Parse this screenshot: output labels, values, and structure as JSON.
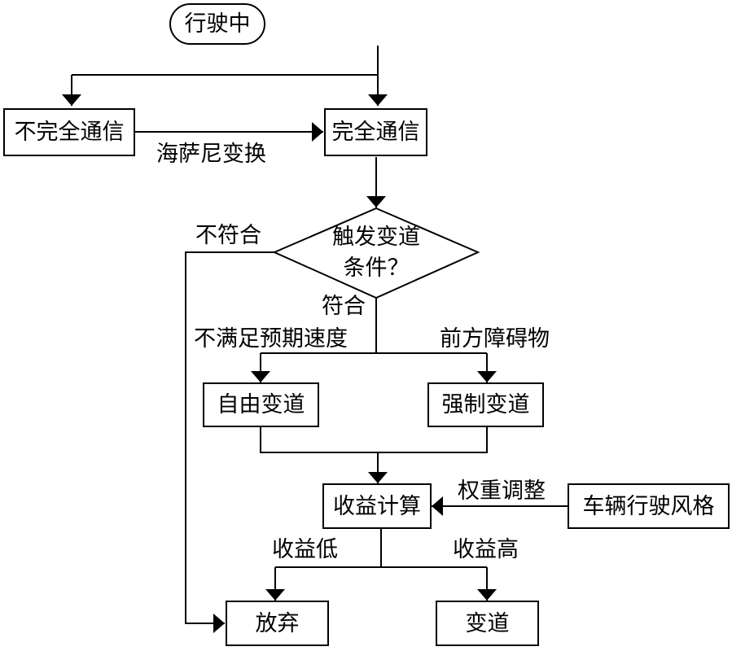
{
  "diagram": {
    "line_color": "#000000",
    "background": "#ffffff",
    "nodes": {
      "start": "行驶中",
      "incomplete_comm": "不完全通信",
      "complete_comm": "完全通信",
      "decision_line1": "触发变道",
      "decision_line2": "条件？",
      "free_lane_change": "自由变道",
      "forced_lane_change": "强制变道",
      "benefit_calc": "收益计算",
      "driving_style": "车辆行驶风格",
      "abandon": "放弃",
      "lane_change": "变道"
    },
    "edge_labels": {
      "hessian_transform": "海萨尼变换",
      "not_met": "不符合",
      "met": "符合",
      "speed_unsatisfied": "不满足预期速度",
      "front_obstacle": "前方障碍物",
      "weight_adjust": "权重调整",
      "low_benefit": "收益低",
      "high_benefit": "收益高"
    }
  }
}
